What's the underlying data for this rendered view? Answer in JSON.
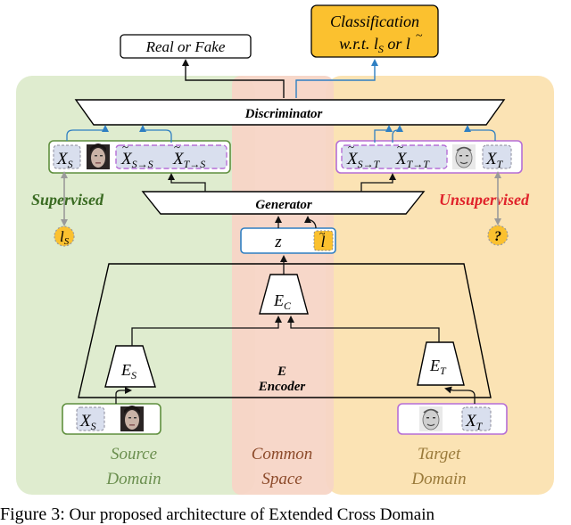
{
  "regions": {
    "source": {
      "line1": "Source",
      "line2": "Domain",
      "color": "#dfeccf"
    },
    "common": {
      "line1": "Common",
      "line2": "Space",
      "color": "#f7d5c6"
    },
    "target": {
      "line1": "Target",
      "line2": "Domain",
      "color": "#fbe3b4"
    }
  },
  "outputs": {
    "real_fake": "Real or Fake",
    "classification_line1": "Classification",
    "classification_line2": "w.r.t. l",
    "classification_sub": "S",
    "classification_or": " or ",
    "classification_ltilde": "l"
  },
  "blocks": {
    "discriminator": "Discriminator",
    "generator": "Generator",
    "encoder_letter": "E",
    "encoder_label": "Encoder",
    "ec_main": "E",
    "ec_sub": "C",
    "es_main": "E",
    "es_sub": "S",
    "et_main": "E",
    "et_sub": "T",
    "z": "z",
    "ltilde": "l"
  },
  "labels": {
    "supervised": "Supervised",
    "unsupervised": "Unsupervised",
    "question": "?",
    "ls_main": "l",
    "ls_sub": "S"
  },
  "symbols": {
    "x": "X",
    "s": "S",
    "t": "T",
    "s_to_s": "S→S",
    "t_to_s": "T→S",
    "s_to_t": "S→T",
    "t_to_t": "T→T"
  },
  "colors": {
    "green_box": "#5f8f3e",
    "purple_box": "#b66ed6",
    "chip_fill": "#d9dfee",
    "accent_blue": "#2f7fc2",
    "label_yellow": "#fbc12f",
    "supervised_green": "#3a6b22",
    "unsupervised_red": "#e0232b",
    "domain_text_source": "#6b8f4f",
    "domain_text_common": "#8c4a2a",
    "domain_text_target": "#9a7a3a"
  },
  "caption": {
    "lead": "Figure 3:",
    "rest": " Our proposed architecture of Extended Cross Domain"
  }
}
